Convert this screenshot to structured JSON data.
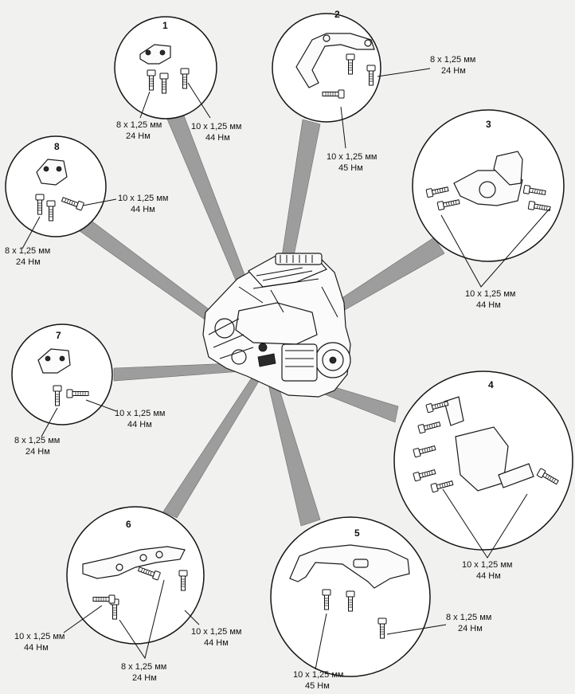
{
  "diagram": {
    "callouts": [
      {
        "number": "1",
        "labels": [
          {
            "size": "8 x 1,25 мм",
            "torque": "24 Нм"
          },
          {
            "size": "10 x 1,25 мм",
            "torque": "44 Нм"
          }
        ]
      },
      {
        "number": "2",
        "labels": [
          {
            "size": "8 x 1,25 мм",
            "torque": "24 Нм"
          },
          {
            "size": "10 x 1,25 мм",
            "torque": "45 Нм"
          }
        ]
      },
      {
        "number": "3",
        "labels": [
          {
            "size": "10 x 1,25 мм",
            "torque": "44 Нм"
          }
        ]
      },
      {
        "number": "4",
        "labels": [
          {
            "size": "10 x 1,25 мм",
            "torque": "44 Нм"
          }
        ]
      },
      {
        "number": "5",
        "labels": [
          {
            "size": "8 x 1,25 мм",
            "torque": "24 Нм"
          },
          {
            "size": "10 x 1,25 мм",
            "torque": "45 Нм"
          }
        ]
      },
      {
        "number": "6",
        "labels": [
          {
            "size": "10 x 1,25 мм",
            "torque": "44 Нм"
          },
          {
            "size": "10 x 1,25 мм",
            "torque": "44 Нм"
          },
          {
            "size": "8 x 1,25 мм",
            "torque": "24 Нм"
          }
        ]
      },
      {
        "number": "7",
        "labels": [
          {
            "size": "10 x 1,25 мм",
            "torque": "44 Нм"
          },
          {
            "size": "8 x 1,25 мм",
            "torque": "24 Нм"
          }
        ]
      },
      {
        "number": "8",
        "labels": [
          {
            "size": "10 x 1,25 мм",
            "torque": "44 Нм"
          },
          {
            "size": "8 x 1,25 мм",
            "torque": "24 Нм"
          }
        ]
      }
    ]
  }
}
